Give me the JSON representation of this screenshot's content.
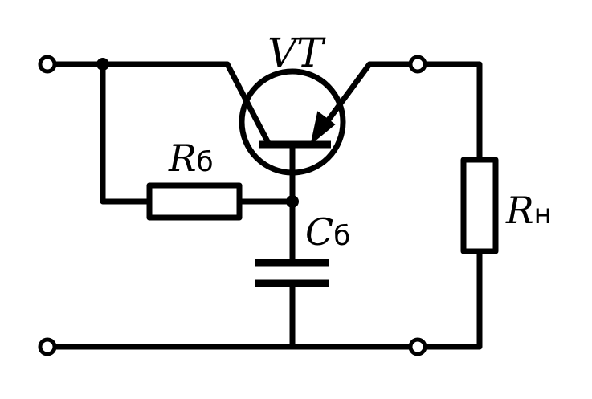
{
  "labels": {
    "transistor": "VT",
    "r_base_main": "R",
    "r_base_sub": "б",
    "c_base_main": "C",
    "c_base_sub": "б",
    "r_load_main": "R",
    "r_load_sub": "н"
  },
  "colors": {
    "ink": "#000000",
    "background": "#ffffff"
  }
}
